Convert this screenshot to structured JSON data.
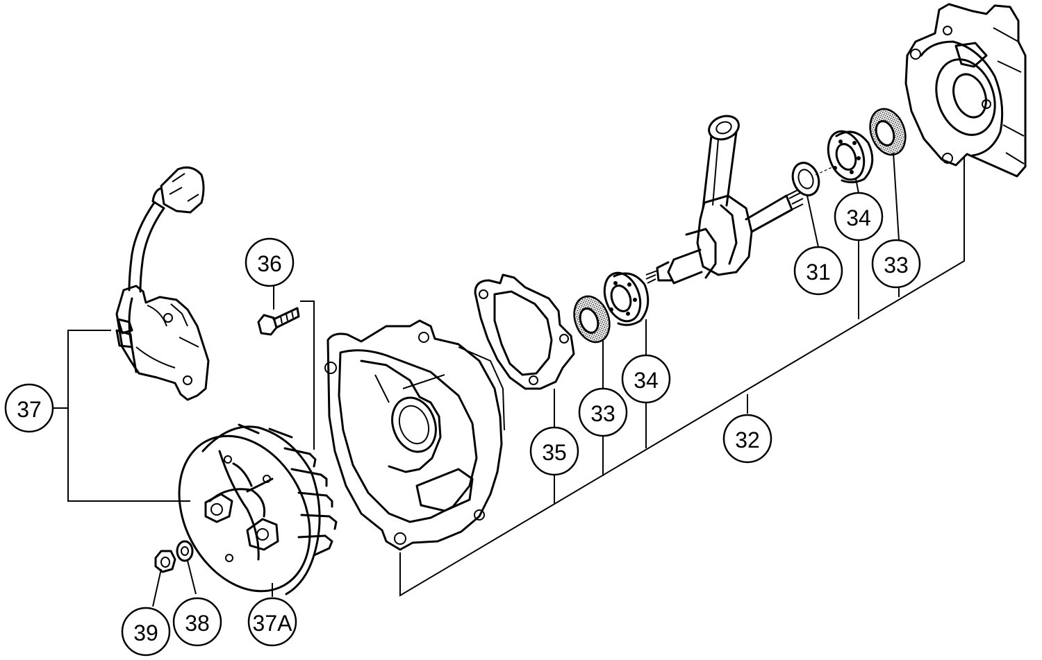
{
  "callouts": {
    "p31": "31",
    "p32": "32",
    "p33a": "33",
    "p33b": "33",
    "p34a": "34",
    "p34b": "34",
    "p35": "35",
    "p36": "36",
    "p37": "37",
    "p37a": "37A",
    "p38": "38",
    "p39": "39"
  }
}
